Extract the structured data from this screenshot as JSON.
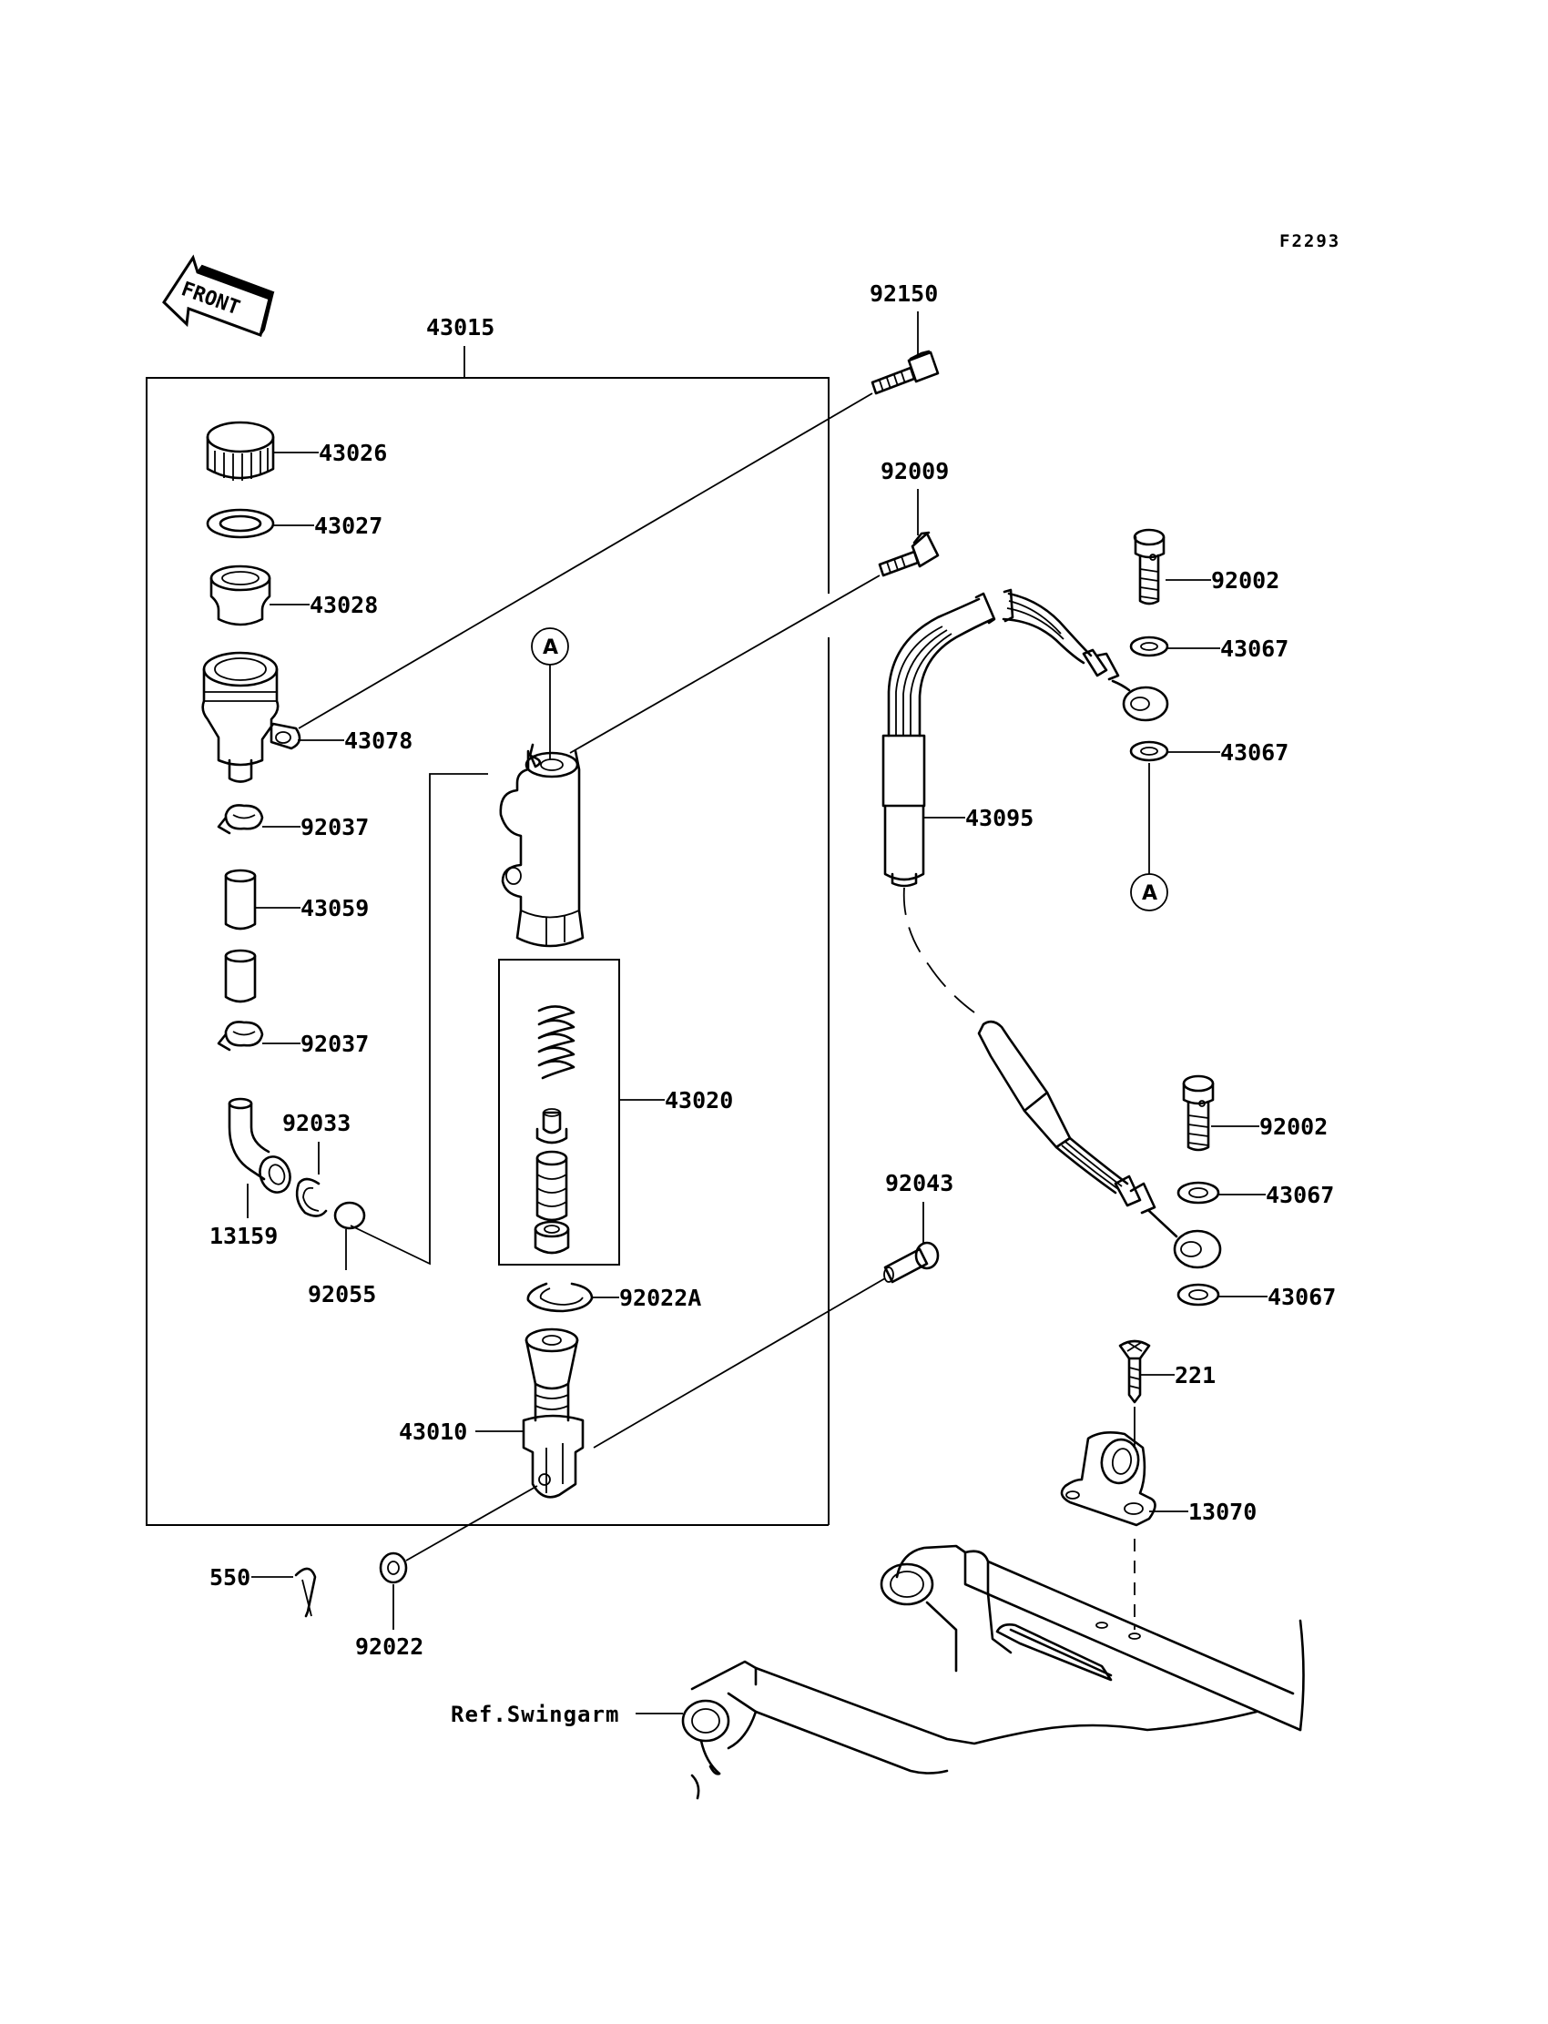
{
  "figure_code": "F2293",
  "front_label": "FRONT",
  "ref_label": "Ref.Swingarm",
  "ref_marker": "A",
  "parts": {
    "p43015": "43015",
    "p92150": "92150",
    "p92009": "92009",
    "p43026": "43026",
    "p43027": "43027",
    "p43028": "43028",
    "p43078": "43078",
    "p92037a": "92037",
    "p43059": "43059",
    "p92037b": "92037",
    "p92033": "92033",
    "p13159": "13159",
    "p92055": "92055",
    "p43020": "43020",
    "p92022A": "92022A",
    "p43010": "43010",
    "p550": "550",
    "p92022": "92022",
    "p92043": "92043",
    "p92002a": "92002",
    "p43067a": "43067",
    "p43067b": "43067",
    "p43095": "43095",
    "p92002b": "92002",
    "p43067c": "43067",
    "p43067d": "43067",
    "p221": "221",
    "p13070": "13070"
  }
}
